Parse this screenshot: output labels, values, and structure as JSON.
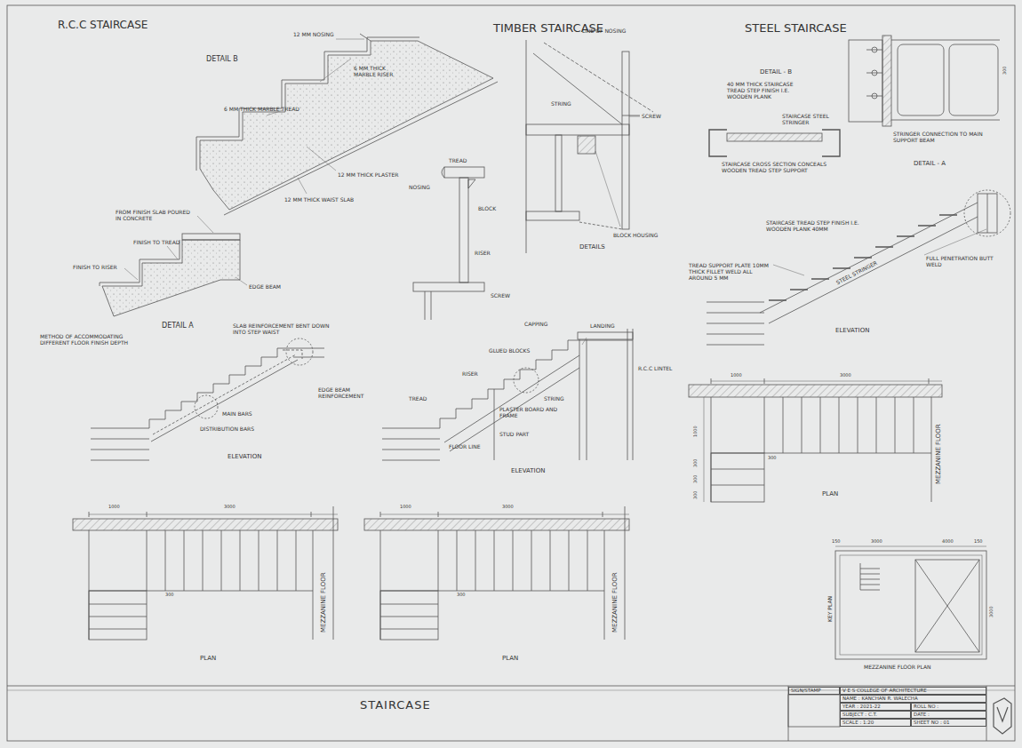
{
  "diagram": {
    "title": "STAIRCASE",
    "nodes": [
      {
        "text": [
          "SIGN/STAMP"
        ]
      },
      {
        "text": [
          "V E S COLLEGE OF ARCHITECTURE"
        ]
      },
      {
        "text": [
          "NAME : KANCHAN R. WALECHA"
        ]
      },
      {
        "text": [
          "YEAR : 2021-22"
        ]
      },
      {
        "text": [
          "ROLL NO :"
        ]
      },
      {
        "text": [
          "SUBJECT : C.T."
        ]
      },
      {
        "text": [
          "DATE :"
        ]
      },
      {
        "text": [
          "SCALE : 1:20"
        ]
      },
      {
        "text": [
          "SHEET NO : 01"
        ]
      }
    ],
    "labels": [
      "R.C.C STAIRCASE",
      "DETAIL B",
      "12 MM NOSING",
      "6 MM THICK MARBLE RISER",
      "6 MM THICK MARBLE TREAD",
      "12 MM THICK PLASTER",
      "12 MM THICK WAIST SLAB",
      "FROM FINISH SLAB POURED IN CONCRETE",
      "FINISH TO TREAD",
      "FINISH TO RISER",
      "EDGE BEAM",
      "DETAIL A",
      "METHOD OF ACCOMMODATING DIFFERENT FLOOR FINISH DEPTH",
      "SLAB REINFORCEMENT BENT DOWN INTO STEP WAIST",
      "EDGE BEAM REINFORCEMENT",
      "MAIN BARS",
      "DISTRIBUTION BARS",
      "ELEVATION",
      "1000",
      "3000",
      "300",
      "MEZZANINE FLOOR",
      "PLAN",
      "TIMBER STAIRCASE",
      "LINE OF NOSING",
      "STRING",
      "SCREW",
      "BLOCK HOUSING",
      "DETAILS",
      "TREAD",
      "NOSING",
      "BLOCK",
      "RISER",
      "SCREW",
      "CAPPING",
      "LANDING",
      "GLUED BLOCKS",
      "RISER",
      "R.C.C LINTEL",
      "STRING",
      "TREAD",
      "PLASTER BOARD AND FRAME",
      "STUD PART",
      "FLOOR LINE",
      "ELEVATION",
      "1000",
      "3000",
      "300",
      "MEZZANINE FLOOR",
      "PLAN",
      "STEEL STAIRCASE",
      "DETAIL - B",
      "40 MM THICK STAIRCASE TREAD STEP FINISH I.E. WOODEN PLANK",
      "STAIRCASE STEEL STRINGER",
      "STAIRCASE CROSS SECTION CONCEALS WOODEN TREAD STEP SUPPORT",
      "STRINGER CONNECTION TO MAIN SUPPORT BEAM",
      "DETAIL - A",
      "300",
      "STAIRCASE TREAD STEP FINISH I.E. WOODEN PLANK 40MM",
      "FULL PENETRATION BUTT WELD",
      "TREAD SUPPORT PLATE 10MM THICK FILLET WELD ALL AROUND 5 MM",
      "STEEL STRINGER",
      "ELEVATION",
      "1000",
      "3000",
      "1000",
      "300",
      "300",
      "300",
      "300",
      "MEZZANINE FLOOR",
      "PLAN",
      "150",
      "3000",
      "4000",
      "150",
      "KEY PLAN",
      "3000",
      "MEZZANINE FLOOR PLAN"
    ]
  }
}
